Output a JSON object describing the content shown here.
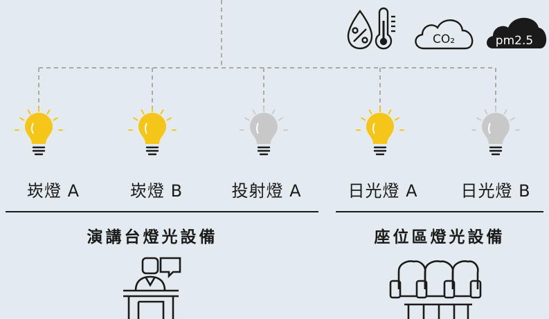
{
  "sensors": {
    "humidity_icon": "humidity-percent-icon",
    "thermometer_icon": "thermometer-icon",
    "co2_label": "CO₂",
    "pm_label": "pm2.5"
  },
  "groups": [
    {
      "title": "演講台燈光設備",
      "icon": "podium-speaker-icon",
      "lamps": [
        {
          "label": "崁燈 A",
          "state": "on"
        },
        {
          "label": "崁燈 B",
          "state": "on"
        },
        {
          "label": "投射燈 A",
          "state": "off"
        }
      ]
    },
    {
      "title": "座位區燈光設備",
      "icon": "theater-seats-icon",
      "lamps": [
        {
          "label": "日光燈 A",
          "state": "on"
        },
        {
          "label": "日光燈 B",
          "state": "off"
        }
      ]
    }
  ],
  "colors": {
    "background": "#e4ebf0",
    "bulb_on": "#f5c518",
    "bulb_off": "#c8c8c8",
    "ray_on": "#f5c518",
    "ray_off": "#cccccc",
    "wire": "#aaaaaa",
    "text": "#1a1a1a"
  }
}
